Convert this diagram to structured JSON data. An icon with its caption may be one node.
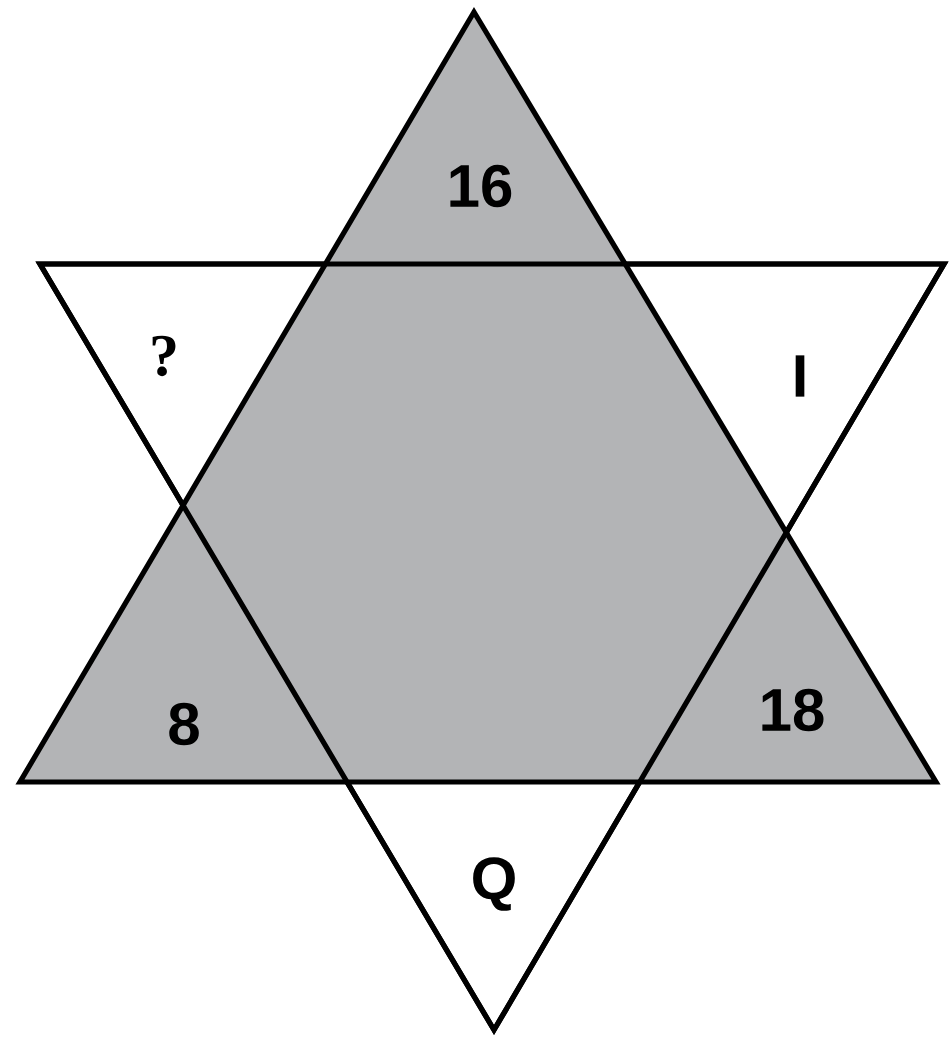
{
  "diagram": {
    "labels": [
      "16",
      "?",
      "I",
      "8",
      "18",
      "Q"
    ]
  }
}
